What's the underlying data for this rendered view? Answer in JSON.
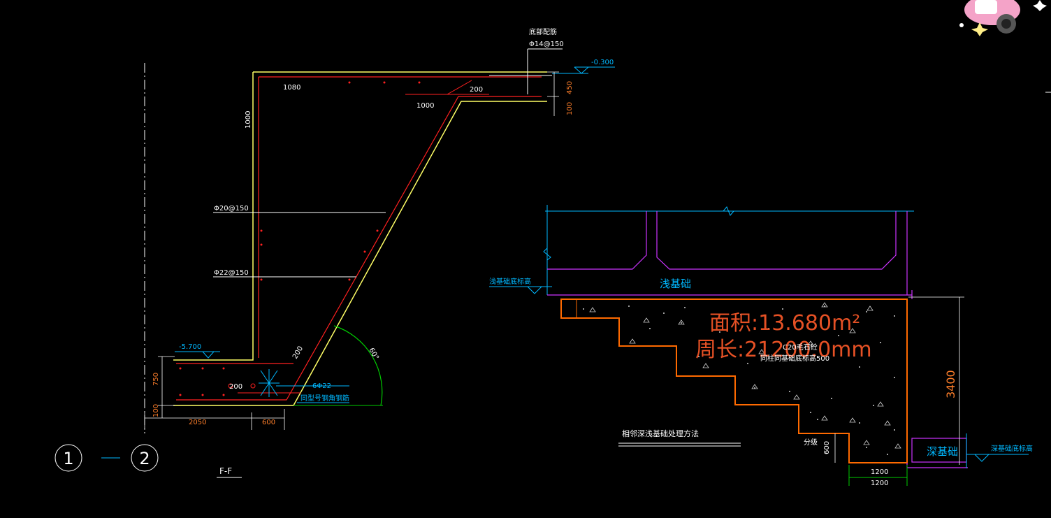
{
  "colors": {
    "background": "#000000",
    "yellow": "#ffff66",
    "red": "#ff2020",
    "white": "#ffffff",
    "cyan": "#00b8ff",
    "orange": "#ff6a00",
    "magenta": "#cc33ff",
    "green": "#00cc00",
    "orange_text": "#ff7f2a"
  },
  "left_section": {
    "label_bottom_rebar": "底部配筋",
    "label_bottom_rebar_spec": "Φ14@150",
    "elev_top": "-0.300",
    "dim_450": "450",
    "dim_100_right": "100",
    "dim_1080": "1080",
    "dim_200_top": "200",
    "dim_1000_horiz": "1000",
    "dim_1000_vert": "1000",
    "rebar_1": "Φ20@150",
    "rebar_2": "Φ22@150",
    "elev_bottom": "-5.700",
    "dim_750": "750",
    "dim_100_left": "100",
    "dim_200_slope": "200",
    "dim_200_base": "200",
    "angle": "60°",
    "rebar_3": "6Φ22",
    "note_corner": "同型号钢角钢筋",
    "dim_2050": "2050",
    "dim_600": "600",
    "axis_1": "1",
    "axis_2": "2",
    "section_title": "F-F"
  },
  "right_section": {
    "shallow_foundation": "浅基础",
    "shallow_elev": "浅基础底标高",
    "deep_foundation": "深基础",
    "deep_elev": "深基础底标高",
    "area_text": "面积:13.680m²",
    "perimeter_text": "周长:21200.0mm",
    "concrete_note_1": "C20毛石砼",
    "concrete_note_2": "同柱同基础底标高500",
    "step_note": "分级",
    "dim_3400": "3400",
    "dim_600": "600",
    "dim_1200_a": "1200",
    "dim_1200_b": "1200",
    "caption": "相邻深浅基础处理方法"
  }
}
